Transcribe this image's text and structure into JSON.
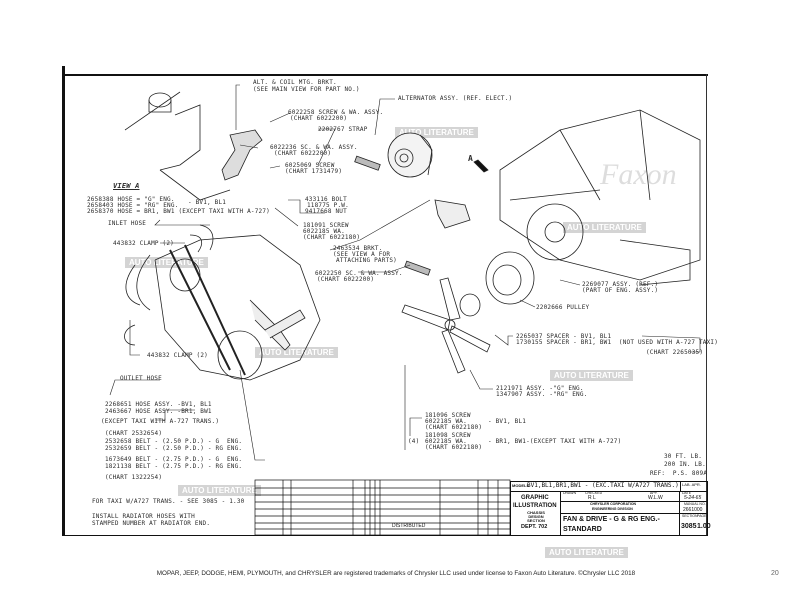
{
  "labels": {
    "alt_bracket": "ALT. & COIL MTG. BRKT.",
    "alt_bracket_note": "(SEE MAIN VIEW FOR PART NO.)",
    "screw_6022258": "6022258 SCREW & WA. ASSY.",
    "screw_6022258_chart": "(CHART 6022200)",
    "strap": "2202767 STRAP",
    "sc_6022236": "6022236 SC. & WA. ASSY.",
    "sc_6022236_chart": "(CHART 6022200)",
    "screw_6025069": "6025069 SCREW",
    "screw_6025069_chart": "(CHART 1731479)",
    "view_a": "VIEW A",
    "hose_1": "2658388 HOSE = \"G\" ENG.",
    "hose_2": "2658403 HOSE = \"RG\" ENG.",
    "hose_3": "2658370 HOSE = BR1, BW1 (EXCEPT TAXI WITH A-727)",
    "hose_models": "- BV1, BL1",
    "inlet_hose": "INLET HOSE",
    "clamp_top": "443832 CLAMP (2)",
    "bolt": "433116 BOLT",
    "pw": "118775 P.W.",
    "nut": "9417668 NUT",
    "screw_181091": "181091 SCREW",
    "wa_6022185": "6022185 WA.",
    "chart_6022180": "(CHART 6022180)",
    "brkt": "2463534 BRKT.",
    "brkt_note1": "(SEE VIEW A FOR",
    "brkt_note2": "ATTACHING PARTS)",
    "sc_6022250": "6022250 SC. & WA. ASSY.",
    "sc_6022250_chart": "(CHART 6022200)",
    "alternator": "ALTERNATOR ASSY. (REF. ELECT.)",
    "view_arrow": "A",
    "assy_2269077": "2269077 ASSY. (REF.)",
    "assy_2269077_note": "(PART OF ENG. ASSY.)",
    "pulley": "2202666 PULLEY",
    "spacer_1": "2265037 SPACER - BV1, BL1",
    "spacer_2": "1730155 SPACER - BR1, BW1  (NOT USED WITH A-727 TAXI)",
    "spacer_chart": "(CHART 2265035)",
    "fan_1": "2121971 ASSY. -\"G\" ENG.",
    "fan_2": "1347907 ASSY. -\"RG\" ENG.",
    "fs_screw_1": "181096 SCREW",
    "fs_wa_1": "6022185 WA.",
    "fs_chart_1": "(CHART 6022180)",
    "fs_models_1": "- BV1, BL1",
    "fs_qty": "(4)",
    "fs_screw_2": "181098 SCREW",
    "fs_wa_2": "6022185 WA.",
    "fs_chart_2": "(CHART 6022180)",
    "fs_models_2": "- BR1, BW1-(EXCEPT TAXI WITH A-727)",
    "torque_1": "30 FT. LB.",
    "torque_2": "200 IN. LB.",
    "ref": "REF:  P.S. 809A",
    "clamp_bottom": "443832 CLAMP (2)",
    "outlet_hose": "OUTLET HOSE",
    "hose_assy_1": "2268651 HOSE ASSY. -BV1, BL1",
    "hose_assy_2": "2463667 HOSE ASSY. -BR1, BW1",
    "hose_assy_note": "(EXCEPT TAXI WITH A-727 TRANS.)",
    "chart_2532654": "(CHART 2532654)",
    "belt_1": "2532658 BELT - (2.50 P.D.) - G  ENG.",
    "belt_2": "2532659 BELT - (2.50 P.D.) - RG ENG.",
    "belt_3": "1673649 BELT - (2.75 P.D.) - G  ENG.",
    "belt_4": "1821138 BELT - (2.75 P.D.) - RG ENG.",
    "chart_1322254": "(CHART 1322254)",
    "note_taxi": "FOR TAXI W/A727 TRANS. - SEE 3085 - 1.30",
    "note_install_1": "INSTALL RADIATOR HOSES WITH",
    "note_install_2": "STAMPED NUMBER AT RADIATOR END."
  },
  "title_block": {
    "models_label": "MODELS",
    "models": "BV1,BL1,BR1,BW1 - (EXC.TAXI W/A727 TRANS.)",
    "lab_apr": "LAB. APR.",
    "graphic": "GRAPHIC",
    "illustration": "ILLUSTRATION",
    "section": "CHASSIS DESIGN SECTION",
    "dept": "DEPT. 702",
    "drawn": "DRAWN",
    "checked": "CHECKED",
    "checked_val": "R L",
    "app": "APP.",
    "app_val": "W.L.W",
    "date": "DATE",
    "date_val": "5-24-65",
    "corp": "CHRYSLER CORPORATION",
    "eng_office": "ENGINEERING DIVISION",
    "manual_no_label": "MANUAL NO.",
    "manual_no": "2661000",
    "title_1": "FAN & DRIVE - G & RG ENG.-",
    "title_2": "STANDARD",
    "section_label": "SECTION",
    "section_no": "3085",
    "page_label": "PAGE",
    "page_no": "1.00",
    "distributed": "DISTRIBUTED"
  },
  "footer": {
    "trademark": "MOPAR, JEEP, DODGE, HEMI, PLYMOUTH, and CHRYSLER are registered trademarks of Chrysler LLC used under license to Faxon Auto Literature. ©Chrysler LLC 2018",
    "page_number": "20"
  },
  "watermark": {
    "brand": "Faxon",
    "sub": "AUTO LITERATURE"
  }
}
